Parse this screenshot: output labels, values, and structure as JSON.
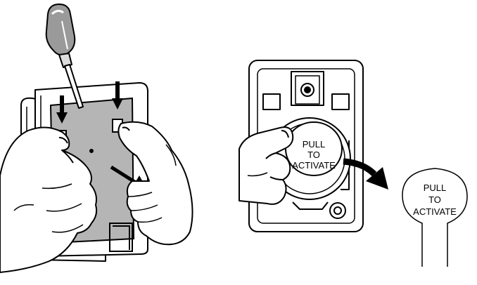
{
  "diagram": {
    "step1": {
      "description_icons": [
        "screwdriver-icon",
        "left-hand-icon",
        "right-hand-icon",
        "down-arrow-icon",
        "pull-out-arrow-icon"
      ]
    },
    "step2": {
      "tab_label": {
        "line1": "PULL",
        "line2": "TO",
        "line3": "ACTIVATE"
      },
      "removed_tab_label": {
        "line1": "PULL",
        "line2": "TO",
        "line3": "ACTIVATE"
      },
      "icons": [
        "finger-icon",
        "curved-arrow-icon",
        "coin-battery-icon"
      ]
    },
    "colors": {
      "line": "#000000",
      "fill_grey": "#b5b5b5",
      "background": "#ffffff"
    }
  }
}
